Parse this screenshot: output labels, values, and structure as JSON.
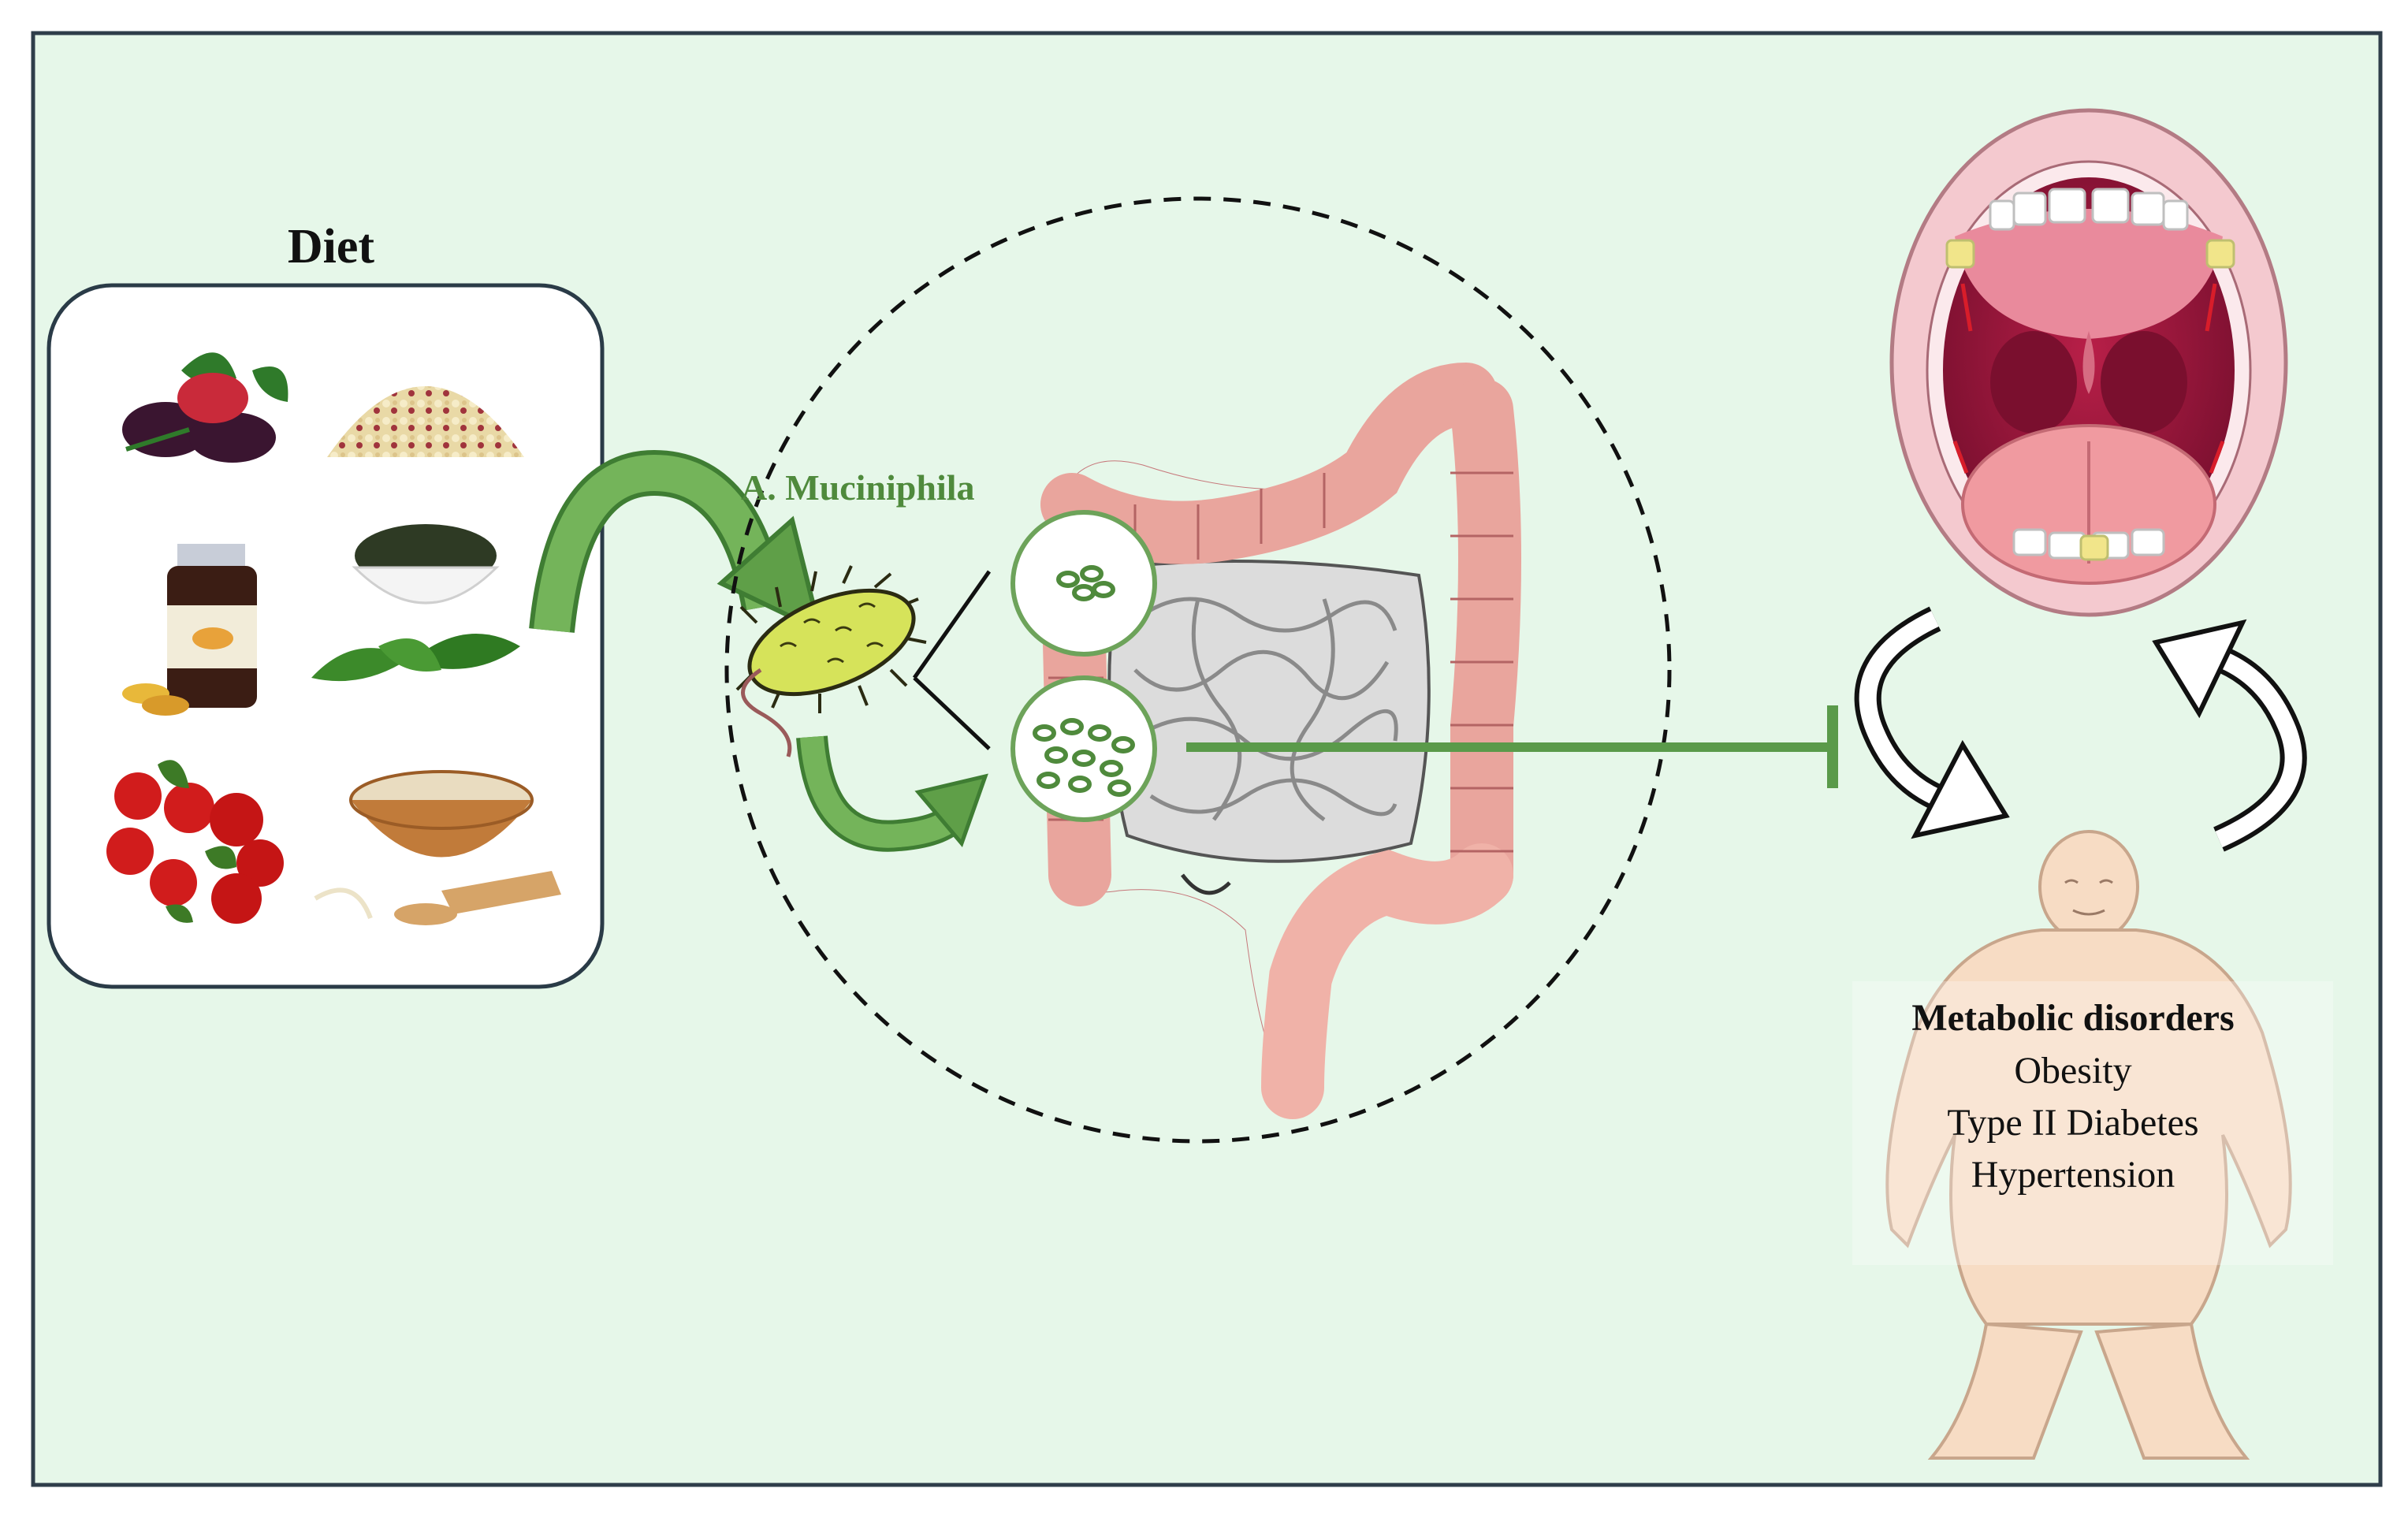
{
  "figure": {
    "background_color": "#e6f7e9",
    "border_color": "#2f3e4a",
    "accent_green": "#5a9a4a"
  },
  "diet": {
    "title": "Diet",
    "foods": [
      "mulberry-icon",
      "grain-icon",
      "supplement-bottle-icon",
      "tea-leaves-icon",
      "berries-icon",
      "oats-bowl-icon"
    ]
  },
  "bacterium": {
    "label": "A. Muciniphila",
    "icon": "bacterium-icon"
  },
  "intestine": {
    "icon": "intestine-icon"
  },
  "mouth": {
    "icon": "open-mouth-icon"
  },
  "body": {
    "icon": "human-body-icon"
  },
  "disorders": {
    "title": "Metabolic disorders",
    "items": [
      "Obesity",
      "Type II Diabetes",
      "Hypertension"
    ]
  }
}
